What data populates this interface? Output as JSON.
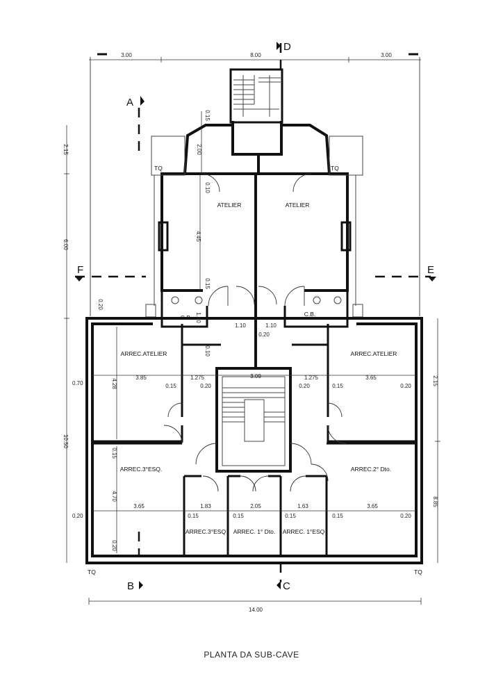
{
  "title": "PLANTA DA SUB-CAVE",
  "rooms": {
    "atelier_left": "ATELIER",
    "atelier_right": "ATELIER",
    "cb_left": "C.B.",
    "cb_right": "C.B.",
    "arrec_atelier_left": "ARREC.ATELIER",
    "arrec_atelier_right": "ARREC.ATELIER",
    "arrec_3esq": "ARREC.3°ESQ.",
    "arrec_2dto": "ARREC.2° Dto.",
    "small_3esq": "ARREC.3°ESQ",
    "small_1dto": "ARREC. 1° Dto.",
    "small_1esq": "ARREC. 1°ESQ"
  },
  "sections": {
    "a": "A",
    "b": "B",
    "c": "C",
    "d": "D",
    "e": "E",
    "f": "F"
  },
  "markers": {
    "tq_top_left": "TQ",
    "tq_top_right": "TQ",
    "tq_bottom_left": "TQ",
    "tq_bottom_right": "TQ"
  },
  "dims": {
    "top_left": "3.00",
    "top_mid": "8.00",
    "top_right": "3.00",
    "bottom_total": "14.00",
    "left_215": "2.15",
    "left_600": "6.00",
    "left_1050": "10.50",
    "left_070": "0.70",
    "left_020": "0.20",
    "right_215": "2.15",
    "right_885": "8.85",
    "stair_015": "0.15",
    "stair_200": "2.00",
    "stair_010": "0.10",
    "atelier_445": "4.45",
    "atelier_015": "0.15",
    "cb_100": "1.00",
    "cb_010": "0.10",
    "cb_020": "0.20",
    "hall_110a": "1.10",
    "hall_110b": "1.10",
    "hall_020": "0.20",
    "arrec_428": "4.28",
    "arrec_385": "3.85",
    "arrec_015a": "0.15",
    "arrec_1275a": "1.275",
    "arrec_020a": "0.20",
    "stair_309": "3.09",
    "arrec_020b": "0.20",
    "arrec_1275b": "1.275",
    "arrec_015b": "0.15",
    "arrec_365r": "3.65",
    "arrec_020r": "0.20",
    "low_015": "0.15",
    "low_470": "4.70",
    "low_020": "0.20",
    "low_365l": "3.65",
    "low_015a": "0.15",
    "low_183": "1.83",
    "low_015b": "0.15",
    "low_205": "2.05",
    "low_015c": "0.15",
    "low_163": "1.63",
    "low_015d": "0.15",
    "low_365r": "3.65",
    "low_020r": "0.20"
  }
}
